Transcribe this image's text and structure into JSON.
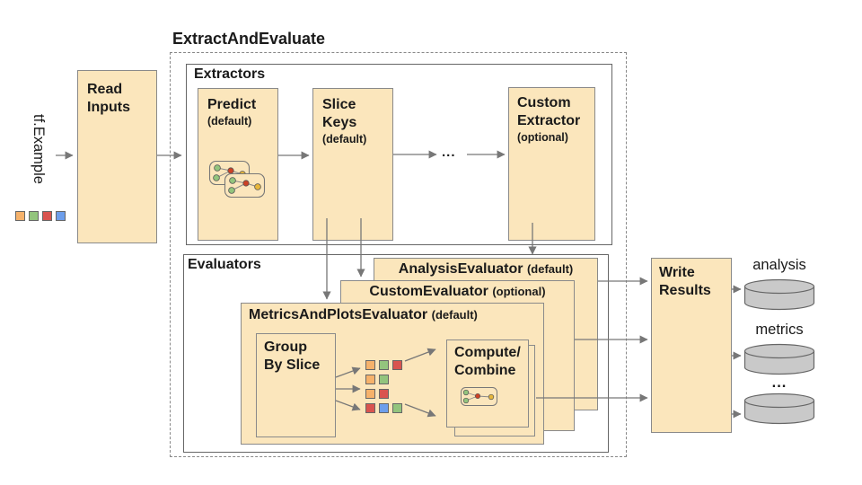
{
  "title": "ExtractAndEvaluate",
  "input": {
    "label": "tf.Example",
    "squares": [
      "orange",
      "green",
      "red",
      "blue"
    ]
  },
  "read_inputs": {
    "title": "Read\nInputs"
  },
  "extractors": {
    "label": "Extractors",
    "predict": {
      "title": "Predict",
      "sub": "(default)"
    },
    "slice_keys": {
      "title": "Slice\nKeys",
      "sub": "(default)"
    },
    "ellipsis": "...",
    "custom_extractor": {
      "title": "Custom\nExtractor",
      "sub": "(optional)"
    }
  },
  "evaluators": {
    "label": "Evaluators",
    "analysis_evaluator": {
      "title": "AnalysisEvaluator",
      "sub": "(default)"
    },
    "custom_evaluator": {
      "title": "CustomEvaluator",
      "sub": "(optional)"
    },
    "metrics_and_plots_evaluator": {
      "title": "MetricsAndPlotsEvaluator",
      "sub": "(default)",
      "group_by_slice": {
        "title": "Group\nBy Slice"
      },
      "slice_rows": [
        [
          "orange",
          "green",
          "red"
        ],
        [
          "orange",
          "green"
        ],
        [
          "orange",
          "red"
        ],
        [
          "red",
          "blue",
          "green"
        ]
      ],
      "compute_combine": {
        "title": "Compute/\nCombine"
      }
    }
  },
  "write_results": {
    "title": "Write\nResults"
  },
  "outputs": {
    "analysis": "analysis",
    "metrics": "metrics",
    "ellipsis": "..."
  },
  "colors": {
    "box_fill": "#FBE6BC",
    "box_border": "#8a8a8a",
    "group_border": "#666666",
    "arrow": "#777777",
    "square_orange": "#F6B26B",
    "square_green": "#93C47D",
    "square_red": "#D9544F",
    "square_blue": "#6D9EEB",
    "cylinder_fill": "#C9C9C9"
  }
}
